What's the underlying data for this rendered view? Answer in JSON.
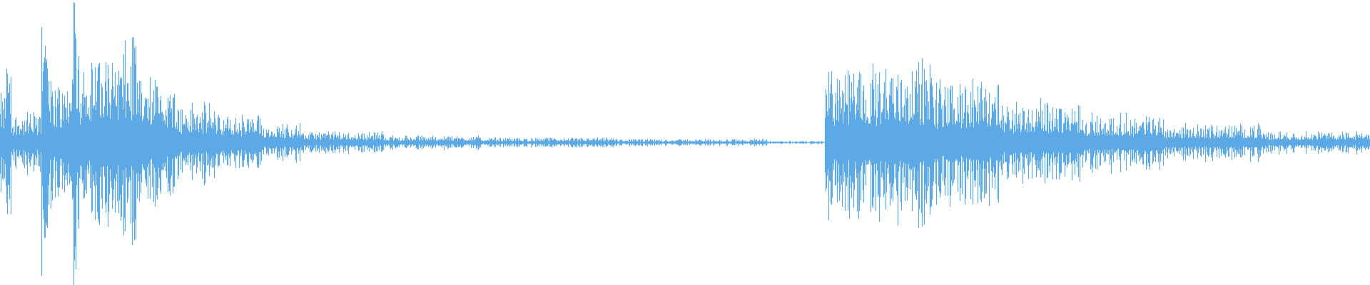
{
  "waveform": {
    "color": "#5DA9E5",
    "background": "#ffffff",
    "duration_fraction_visible": 1.0,
    "segments": [
      {
        "from": 0.0,
        "to": 0.006,
        "amplitude": 0.35
      },
      {
        "from": 0.006,
        "to": 0.008,
        "amplitude": 0.75
      },
      {
        "from": 0.008,
        "to": 0.03,
        "amplitude": 0.22
      },
      {
        "from": 0.03,
        "to": 0.036,
        "amplitude": 0.95
      },
      {
        "from": 0.036,
        "to": 0.052,
        "amplitude": 0.45
      },
      {
        "from": 0.052,
        "to": 0.056,
        "amplitude": 1.0
      },
      {
        "from": 0.056,
        "to": 0.08,
        "amplitude": 0.6
      },
      {
        "from": 0.08,
        "to": 0.1,
        "amplitude": 0.7
      },
      {
        "from": 0.1,
        "to": 0.13,
        "amplitude": 0.45
      },
      {
        "from": 0.13,
        "to": 0.16,
        "amplitude": 0.28
      },
      {
        "from": 0.16,
        "to": 0.19,
        "amplitude": 0.2
      },
      {
        "from": 0.19,
        "to": 0.22,
        "amplitude": 0.14
      },
      {
        "from": 0.22,
        "to": 0.28,
        "amplitude": 0.08
      },
      {
        "from": 0.28,
        "to": 0.35,
        "amplitude": 0.05
      },
      {
        "from": 0.35,
        "to": 0.45,
        "amplitude": 0.035
      },
      {
        "from": 0.45,
        "to": 0.56,
        "amplitude": 0.025
      },
      {
        "from": 0.56,
        "to": 0.602,
        "amplitude": 0.012
      },
      {
        "from": 0.602,
        "to": 0.606,
        "amplitude": 0.6
      },
      {
        "from": 0.606,
        "to": 0.64,
        "amplitude": 0.55
      },
      {
        "from": 0.64,
        "to": 0.68,
        "amplitude": 0.6
      },
      {
        "from": 0.68,
        "to": 0.73,
        "amplitude": 0.45
      },
      {
        "from": 0.73,
        "to": 0.79,
        "amplitude": 0.3
      },
      {
        "from": 0.79,
        "to": 0.85,
        "amplitude": 0.2
      },
      {
        "from": 0.85,
        "to": 0.92,
        "amplitude": 0.13
      },
      {
        "from": 0.92,
        "to": 1.0,
        "amplitude": 0.08
      }
    ],
    "peaks": [
      {
        "at": 0.005,
        "amplitude": 0.68
      },
      {
        "at": 0.033,
        "amplitude": 0.85
      },
      {
        "at": 0.054,
        "amplitude": 0.9
      },
      {
        "at": 0.061,
        "amplitude": 0.55
      },
      {
        "at": 0.072,
        "amplitude": 0.6
      },
      {
        "at": 0.082,
        "amplitude": 0.65
      },
      {
        "at": 0.098,
        "amplitude": 0.52
      },
      {
        "at": 0.117,
        "amplitude": 0.46
      },
      {
        "at": 0.637,
        "amplitude": 0.6
      },
      {
        "at": 0.68,
        "amplitude": 0.5
      },
      {
        "at": 0.726,
        "amplitude": 0.36
      },
      {
        "at": 0.797,
        "amplitude": 0.25
      }
    ]
  }
}
